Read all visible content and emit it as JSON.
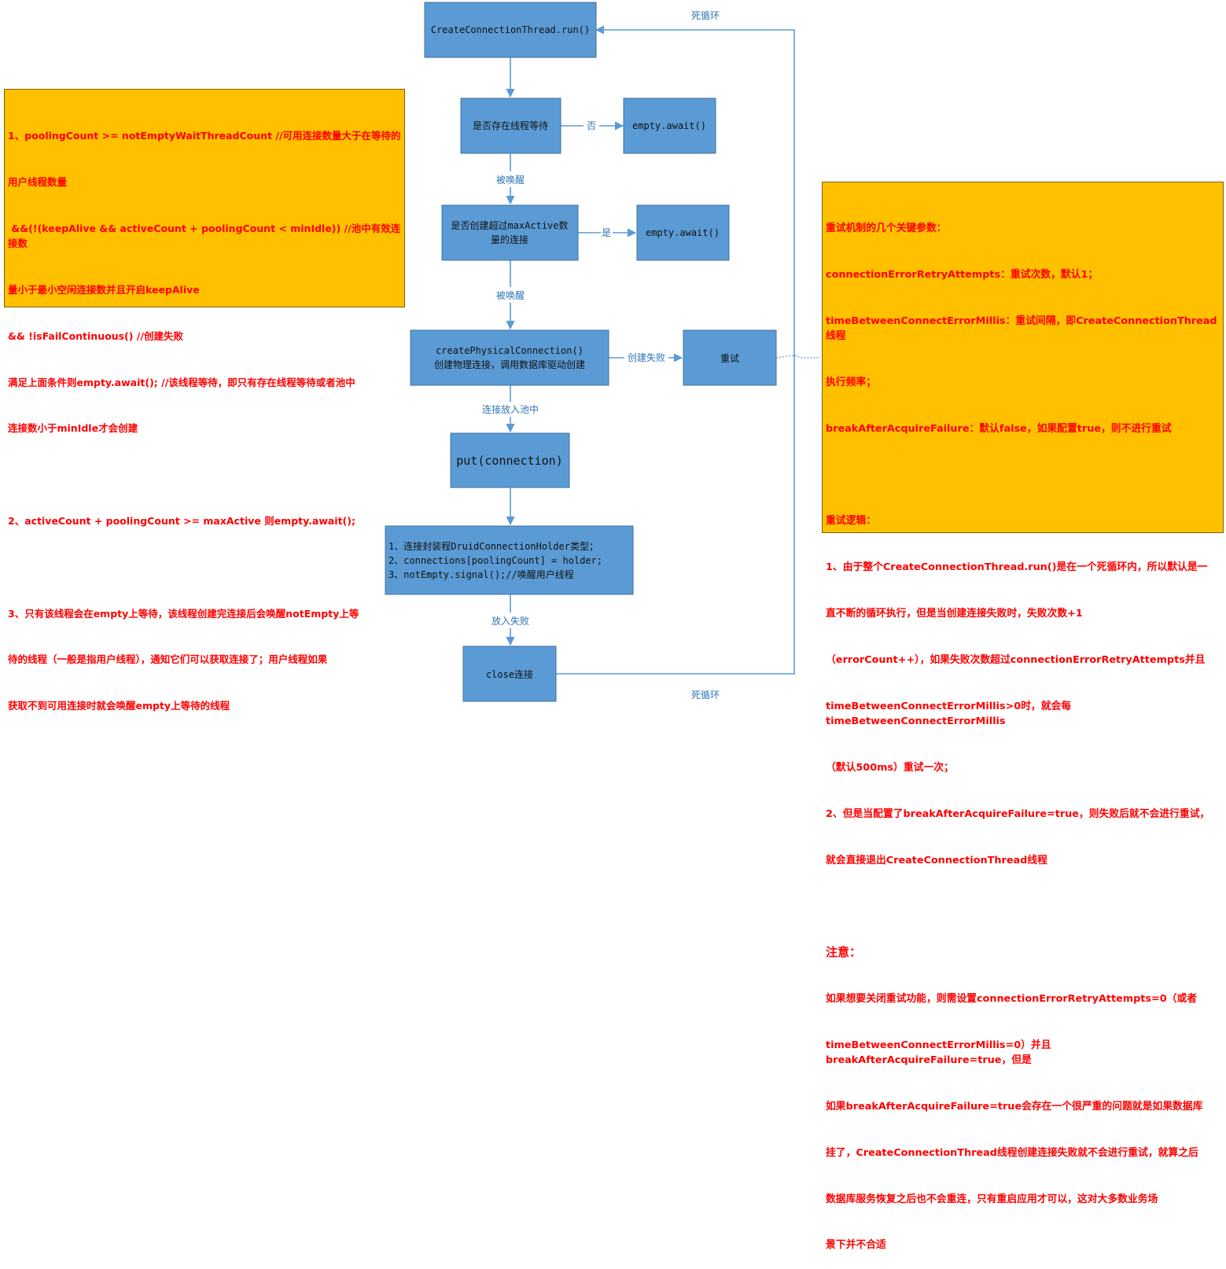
{
  "nodes": {
    "run": "CreateConnectionThread.run()",
    "check_waiting": "是否存在线程等待",
    "await1": "empty.await()",
    "check_max_1": "是否创建超过maxActive数",
    "check_max_2": "量的连接",
    "await2": "empty.await()",
    "create_1": "createPhysicalConnection()",
    "create_2": "创建物理连接，调用数据库驱动创建",
    "retry": "重试",
    "put": "put(connection)",
    "holder_1": "1、连接封装程DruidConnectionHolder类型；",
    "holder_2": "2、connections[poolingCount] = holder;",
    "holder_3": "3、notEmpty.signal();//唤醒用户线程",
    "close": "close连接"
  },
  "edge_labels": {
    "loop_top": "死循环",
    "loop_bottom": "死循环",
    "no": "否",
    "yes": "是",
    "wakeup1": "被唤醒",
    "wakeup2": "被唤醒",
    "create_fail": "创建失败",
    "put_into_pool": "连接放入池中",
    "put_fail": "放入失败"
  },
  "left_note": {
    "lines": [
      "1、poolingCount >= notEmptyWaitThreadCount //可用连接数量大于在等待的",
      "用户线程数量",
      " &&(!(keepAlive && activeCount + poolingCount < minIdle)) //池中有效连接数",
      "量小于最小空闲连接数并且开启keepAlive",
      "&& !isFailContinuous() //创建失败",
      "满足上面条件则empty.await(); //该线程等待，即只有存在线程等待或者池中",
      "连接数小于minIdle才会创建",
      "",
      "2、activeCount + poolingCount >= maxActive 则empty.await();",
      "",
      "3、只有该线程会在empty上等待，该线程创建完连接后会唤醒notEmpty上等",
      "待的线程（一般是指用户线程），通知它们可以获取连接了；用户线程如果",
      "获取不到可用连接时就会唤醒empty上等待的线程"
    ]
  },
  "right_note": {
    "params_title": "重试机制的几个关键参数：",
    "params": [
      "connectionErrorRetryAttempts：重试次数，默认1；",
      "timeBetweenConnectErrorMillis：重试间隔，即CreateConnectionThread线程",
      "执行频率；",
      "breakAfterAcquireFailure：默认false，如果配置true，则不进行重试"
    ],
    "logic_title": "重试逻辑：",
    "logic": [
      "1、由于整个CreateConnectionThread.run()是在一个死循环内，所以默认是一",
      "直不断的循环执行，但是当创建连接失败时，失败次数+1",
      "（errorCount++），如果失败次数超过connectionErrorRetryAttempts并且",
      "timeBetweenConnectErrorMillis>0时，就会每timeBetweenConnectErrorMillis",
      "（默认500ms）重试一次；",
      "2、但是当配置了breakAfterAcquireFailure=true，则失败后就不会进行重试，",
      "就会直接退出CreateConnectionThread线程"
    ],
    "note_title": "注意：",
    "note": [
      "如果想要关闭重试功能，则需设置connectionErrorRetryAttempts=0（或者",
      "timeBetweenConnectErrorMillis=0）并且breakAfterAcquireFailure=true，但是",
      "如果breakAfterAcquireFailure=true会存在一个很严重的问题就是如果数据库",
      "挂了，CreateConnectionThread线程创建连接失败就不会进行重试，就算之后",
      "数据库服务恢复之后也不会重连，只有重启应用才可以，这对大多数业务场",
      "景下并不合适"
    ]
  }
}
